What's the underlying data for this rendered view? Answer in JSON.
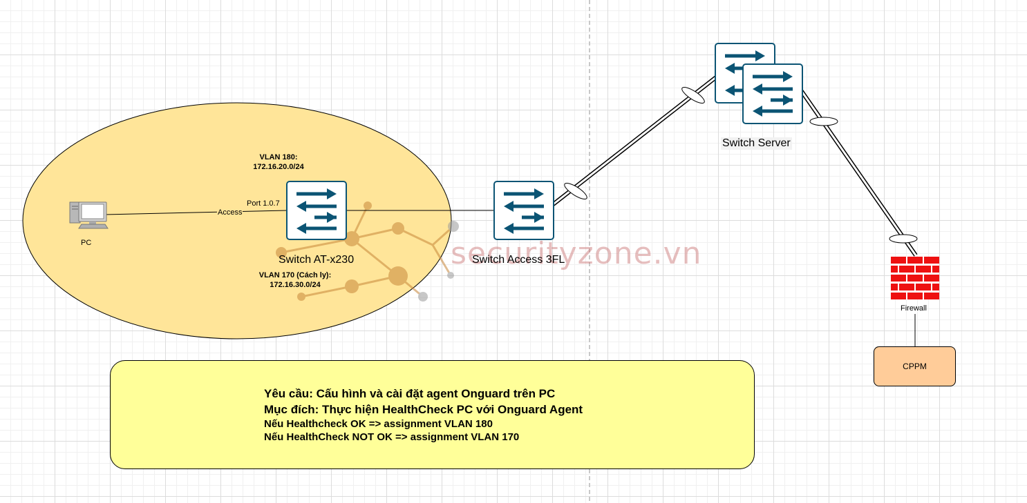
{
  "pc": {
    "label": "PC"
  },
  "links": {
    "access_label": "Access",
    "port_label": "Port 1.0.7"
  },
  "vlans": {
    "vlan180_title": "VLAN 180:",
    "vlan180_subnet": "172.16.20.0/24",
    "vlan170_title": "VLAN 170 (Cách ly):",
    "vlan170_subnet": "172.16.30.0/24"
  },
  "devices": {
    "switch_atx230": "Switch AT-x230",
    "switch_access": "Switch Access 3FL",
    "switch_server": "Switch Server",
    "firewall": "Firewall",
    "cppm": "CPPM"
  },
  "watermark": "securityzone.vn",
  "note": {
    "lines": [
      "Yêu cầu: Cấu hình và cài đặt agent Onguard trên PC",
      "Mục đích: Thực hiện HealthCheck PC với Onguard Agent",
      "Nếu Healthcheck OK => assignment VLAN 180",
      "Nếu HealthCheck NOT OK => assignment VLAN 170"
    ]
  },
  "colors": {
    "zone_fill": "#ffe599",
    "switch_fill": "#ffffff",
    "switch_border": "#0b5474",
    "arrow": "#0b5474",
    "firewall": "#ee1111",
    "note_fill": "#ffff99",
    "cppm_fill": "#ffcc99"
  }
}
